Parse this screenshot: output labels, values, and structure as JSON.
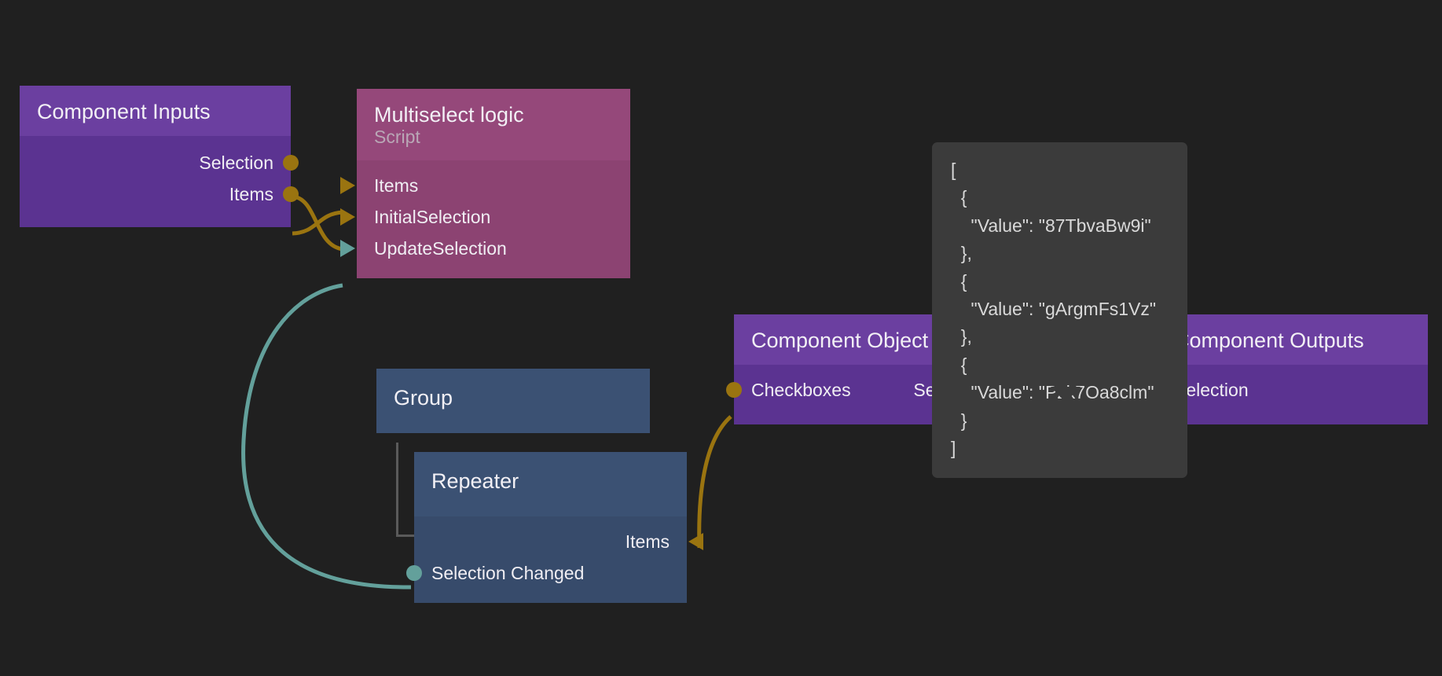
{
  "canvas": {
    "background": "#202020",
    "wire_color_data": "#9a7410",
    "wire_color_event": "#63a09b"
  },
  "nodes": [
    {
      "id": "component-inputs",
      "title": "Component Inputs",
      "subtitle": "",
      "color": "#6b3fa0",
      "outputs": [
        "Selection",
        "Items"
      ],
      "inputs": []
    },
    {
      "id": "multiselect",
      "title": "Multiselect logic",
      "subtitle": "Script",
      "color": "#95487a",
      "inputs": [
        "Items",
        "InitialSelection",
        "UpdateSelection"
      ],
      "outputs": []
    },
    {
      "id": "group",
      "title": "Group",
      "subtitle": "",
      "color": "#3b5173",
      "inputs": [],
      "outputs": []
    },
    {
      "id": "repeater",
      "title": "Repeater",
      "subtitle": "",
      "color": "#3b5173",
      "inputs": [
        "Items"
      ],
      "outputs": [
        "Selection Changed"
      ]
    },
    {
      "id": "component-object",
      "title": "Component Object",
      "subtitle": "",
      "color": "#6b3fa0",
      "inputs": [
        "Checkboxes"
      ],
      "outputs": [
        "Selection"
      ]
    },
    {
      "id": "component-outputs",
      "title": "Component Outputs",
      "subtitle": "",
      "color": "#6b3fa0",
      "inputs": [
        "Selection"
      ],
      "outputs": []
    }
  ],
  "labels": {
    "component_inputs_title": "Component Inputs",
    "component_inputs_out_selection": "Selection",
    "component_inputs_out_items": "Items",
    "multiselect_title": "Multiselect logic",
    "multiselect_subtitle": "Script",
    "multiselect_in_items": "Items",
    "multiselect_in_initial_selection": "InitialSelection",
    "multiselect_in_update_selection": "UpdateSelection",
    "group_title": "Group",
    "repeater_title": "Repeater",
    "repeater_in_items": "Items",
    "repeater_out_selection_changed": "Selection Changed",
    "component_object_title": "Component Object",
    "component_object_in_checkboxes": "Checkboxes",
    "component_object_out_selection": "Selection",
    "component_outputs_title": "Component Outputs",
    "component_outputs_in_selection": "Selection"
  },
  "tooltip": {
    "text": "[\n  {\n    \"Value\": \"87TbvaBw9i\"\n  },\n  {\n    \"Value\": \"gArgmFs1Vz\"\n  },\n  {\n    \"Value\": \"Pzk7Oa8clm\"\n  }\n]",
    "values": [
      "87TbvaBw9i",
      "gArgmFs1Vz",
      "Pzk7Oa8clm"
    ]
  },
  "connections": [
    {
      "from": "component-inputs.Selection",
      "to": "multiselect.InitialSelection",
      "type": "data"
    },
    {
      "from": "component-inputs.Items",
      "to": "multiselect.Items",
      "type": "data"
    },
    {
      "from": "repeater.Selection Changed",
      "to": "multiselect.UpdateSelection",
      "type": "event"
    },
    {
      "from": "component-object.Checkboxes",
      "to": "repeater.Items",
      "type": "data"
    },
    {
      "from": "component-object.Selection",
      "to": "component-outputs.Selection",
      "type": "data"
    }
  ]
}
